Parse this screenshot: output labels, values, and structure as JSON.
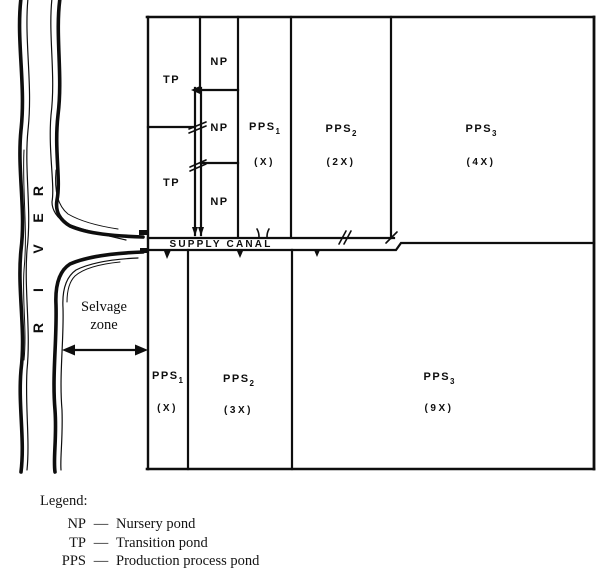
{
  "colors": {
    "ink": "#0e0e0e",
    "paper": "#ffffff"
  },
  "river": {
    "name": "RIVER",
    "letters_top_to_bottom": [
      "R",
      "E",
      "V",
      "I",
      "R"
    ]
  },
  "canal": {
    "label": "SUPPLY CANAL"
  },
  "selvage_zone": {
    "line1": "Selvage",
    "line2": "zone"
  },
  "top_section": {
    "tp_upper": {
      "label": "TP"
    },
    "tp_lower": {
      "label": "TP"
    },
    "np_1": {
      "label": "NP"
    },
    "np_2": {
      "label": "NP"
    },
    "np_3": {
      "label": "NP"
    },
    "pps_1": {
      "base": "PPS",
      "sub": "1",
      "area": "(X)"
    },
    "pps_2": {
      "base": "PPS",
      "sub": "2",
      "area": "(2X)"
    },
    "pps_3": {
      "base": "PPS",
      "sub": "3",
      "area": "(4X)"
    }
  },
  "bottom_section": {
    "pps_1": {
      "base": "PPS",
      "sub": "1",
      "area": "(X)"
    },
    "pps_2": {
      "base": "PPS",
      "sub": "2",
      "area": "(3X)"
    },
    "pps_3": {
      "base": "PPS",
      "sub": "3",
      "area": "(9X)"
    }
  },
  "legend": {
    "title": "Legend:",
    "items": [
      {
        "abbr": "NP",
        "dash": "—",
        "definition": "Nursery pond"
      },
      {
        "abbr": "TP",
        "dash": "—",
        "definition": "Transition pond"
      },
      {
        "abbr": "PPS",
        "dash": "—",
        "definition": "Production process pond"
      }
    ]
  }
}
